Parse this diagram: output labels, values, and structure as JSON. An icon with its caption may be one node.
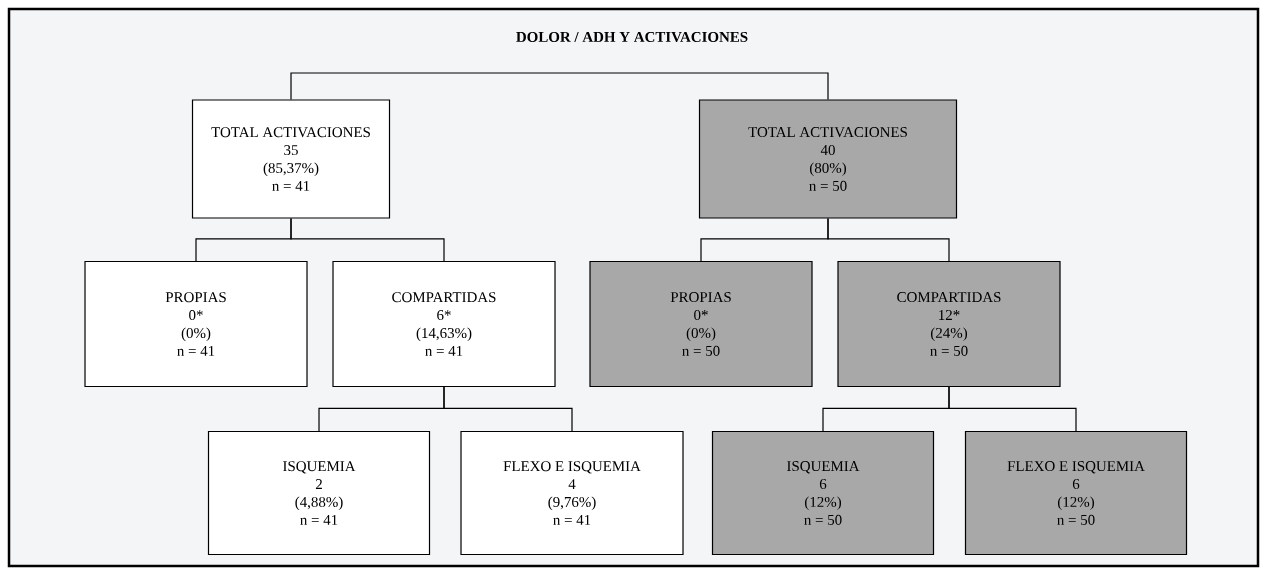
{
  "diagram": {
    "title": "DOLOR / ADH Y ACTIVACIONES",
    "nodes": [
      {
        "text": [
          "TOTAL ACTIVACIONES",
          "35",
          "(85,37%)",
          "n = 41"
        ]
      },
      {
        "text": [
          "TOTAL ACTIVACIONES",
          "40",
          "(80%)",
          "n = 50"
        ]
      },
      {
        "text": [
          "PROPIAS",
          "0*",
          "(0%)",
          "n = 41"
        ]
      },
      {
        "text": [
          "COMPARTIDAS",
          "6*",
          "(14,63%)",
          "n = 41"
        ]
      },
      {
        "text": [
          "PROPIAS",
          "0*",
          "(0%)",
          "n = 50"
        ]
      },
      {
        "text": [
          "COMPARTIDAS",
          "12*",
          "(24%)",
          "n = 50"
        ]
      },
      {
        "text": [
          "ISQUEMIA",
          "2",
          "(4,88%)",
          "n = 41"
        ]
      },
      {
        "text": [
          "FLEXO E ISQUEMIA",
          "4",
          "(9,76%)",
          "n = 41"
        ]
      },
      {
        "text": [
          "ISQUEMIA",
          "6",
          "(12%)",
          "n = 50"
        ]
      },
      {
        "text": [
          "FLEXO E ISQUEMIA",
          "6",
          "(12%)",
          "n = 50"
        ]
      }
    ],
    "edges": [
      {
        "from": null,
        "to": 0,
        "arrow": "none"
      },
      {
        "from": null,
        "to": 1,
        "arrow": "none"
      },
      {
        "from": 0,
        "to": 2,
        "arrow": "none"
      },
      {
        "from": 0,
        "to": 3,
        "arrow": "none"
      },
      {
        "from": 1,
        "to": 4,
        "arrow": "none"
      },
      {
        "from": 1,
        "to": 5,
        "arrow": "none"
      },
      {
        "from": 3,
        "to": 6,
        "arrow": "none"
      },
      {
        "from": 3,
        "to": 7,
        "arrow": "none"
      },
      {
        "from": 5,
        "to": 8,
        "arrow": "none"
      },
      {
        "from": 5,
        "to": 9,
        "arrow": "none"
      }
    ]
  }
}
